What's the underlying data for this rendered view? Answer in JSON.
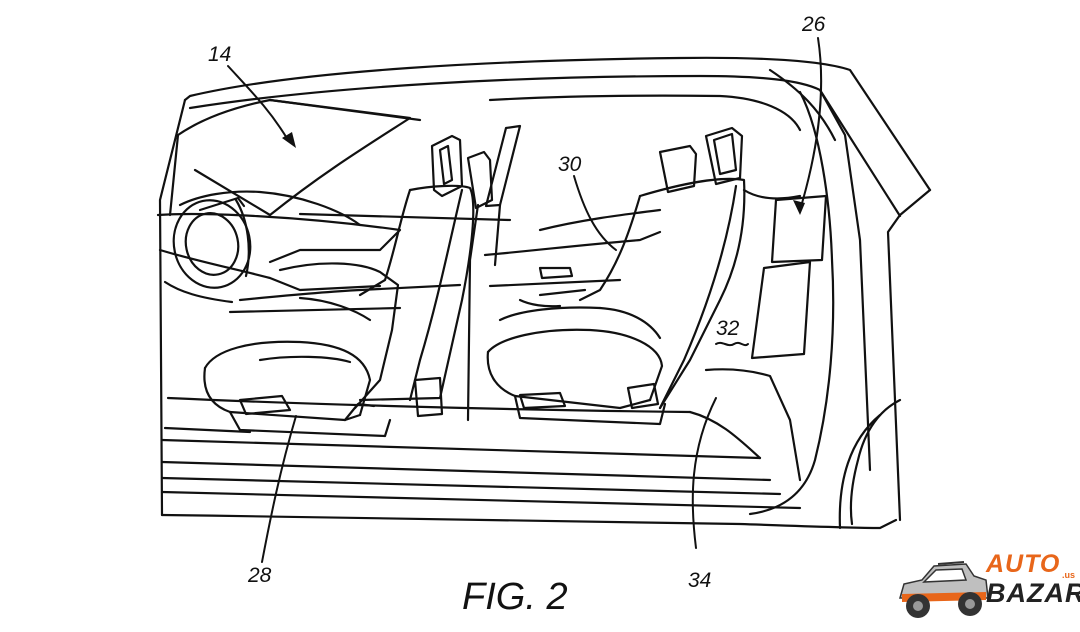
{
  "figure": {
    "caption": "FIG. 2",
    "reference_numerals": {
      "vehicle": "14",
      "door_panel": "26",
      "front_seat": "28",
      "rear_seat": "30",
      "interior_surface": "32",
      "floor": "34"
    }
  },
  "watermark": {
    "line1": "AUTO",
    "line2": "BAZAR",
    "suffix": ".us",
    "accent_color": "#e8661a",
    "text_color": "#222222",
    "icon": "pickup-truck-icon"
  },
  "colors": {
    "line": "#111111",
    "background": "#ffffff"
  }
}
